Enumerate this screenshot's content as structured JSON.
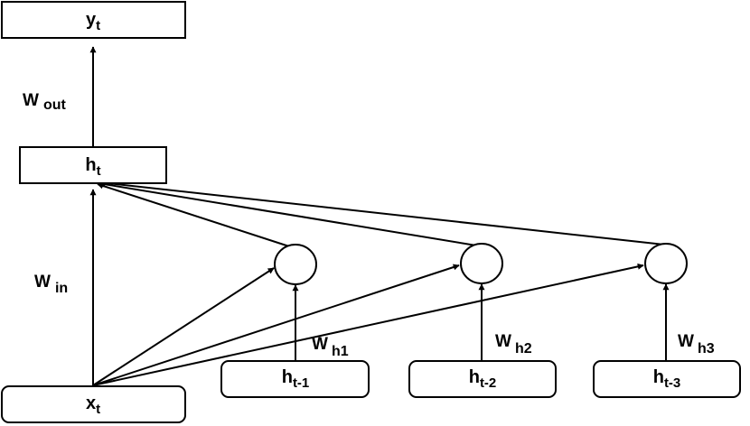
{
  "diagram": {
    "nodes": {
      "y": {
        "base": "y",
        "sub": "t"
      },
      "h": {
        "base": "h",
        "sub": "t"
      },
      "x": {
        "base": "x",
        "sub": "t"
      },
      "h1": {
        "base": "h",
        "sub": "t-1"
      },
      "h2": {
        "base": "h",
        "sub": "t-2"
      },
      "h3": {
        "base": "h",
        "sub": "t-3"
      }
    },
    "weights": {
      "out": {
        "base": "W",
        "sub": "out"
      },
      "in": {
        "base": "W",
        "sub": "in"
      },
      "h1": {
        "base": "W",
        "sub": "h1"
      },
      "h2": {
        "base": "W",
        "sub": "h2"
      },
      "h3": {
        "base": "W",
        "sub": "h3"
      }
    }
  }
}
